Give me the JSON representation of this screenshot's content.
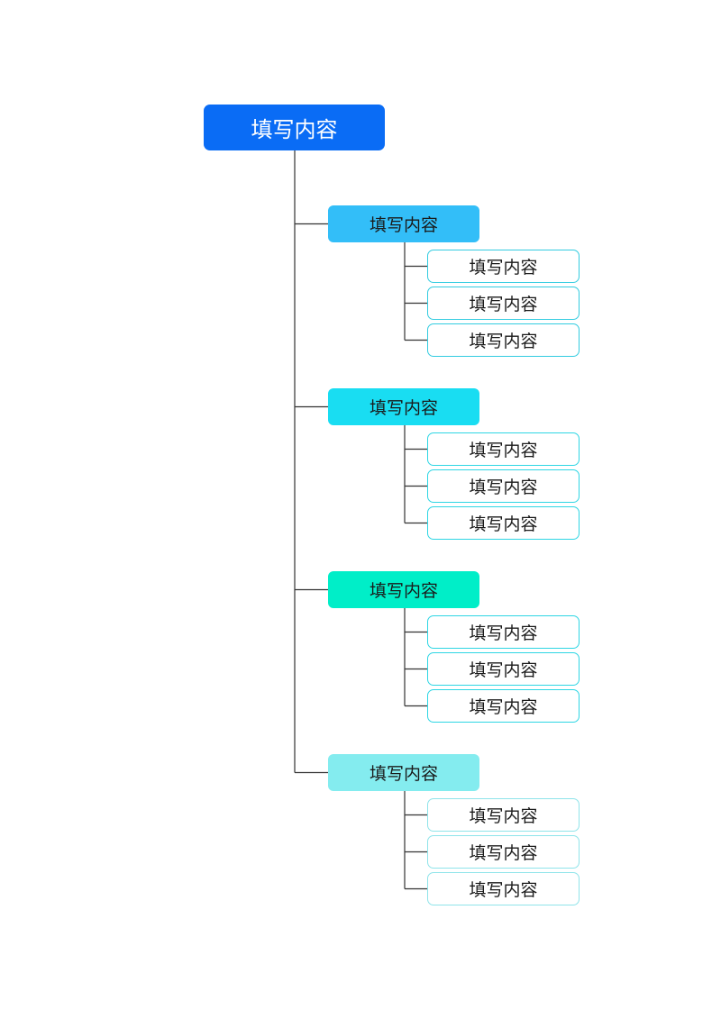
{
  "root": {
    "label": "填写内容",
    "color": "#0A6CF5"
  },
  "groups": [
    {
      "label": "填写内容",
      "color": "#33BEF8",
      "border": "#33CCE0",
      "children": [
        "填写内容",
        "填写内容",
        "填写内容"
      ]
    },
    {
      "label": "填写内容",
      "color": "#19DDF2",
      "border": "#2ED6E4",
      "children": [
        "填写内容",
        "填写内容",
        "填写内容"
      ]
    },
    {
      "label": "填写内容",
      "color": "#00EEC8",
      "border": "#2ED6E4",
      "children": [
        "填写内容",
        "填写内容",
        "填写内容"
      ]
    },
    {
      "label": "填写内容",
      "color": "#84ECEF",
      "border": "#8FE4EA",
      "children": [
        "填写内容",
        "填写内容",
        "填写内容"
      ]
    }
  ],
  "line_color": "#333333"
}
